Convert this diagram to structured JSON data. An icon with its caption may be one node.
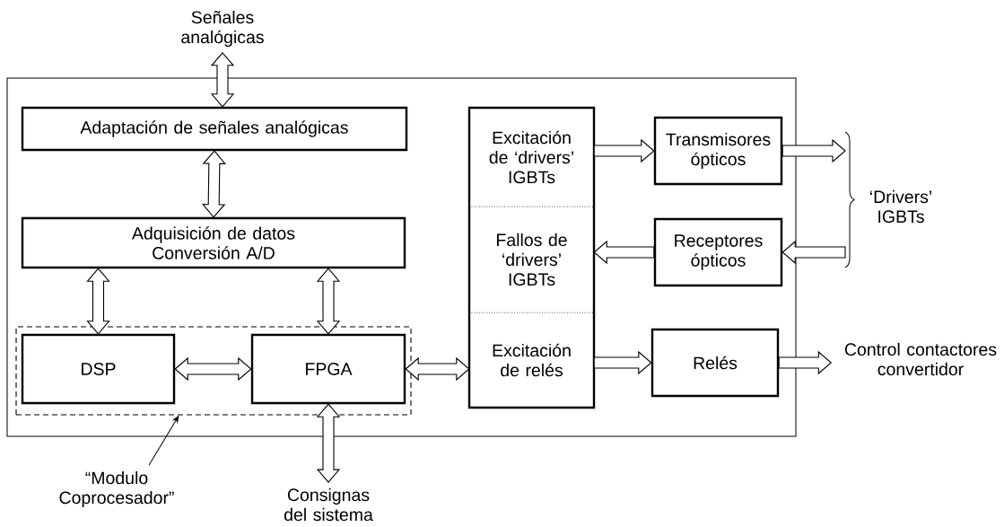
{
  "diagram": {
    "nodes": [
      {
        "text": [],
        "shape": "box"
      },
      {
        "text": [
          "Señales analógicas"
        ]
      },
      {
        "text": [
          "Adaptación de señales analógicas"
        ],
        "in": 0
      },
      {
        "text": [
          "Adquisición de datos Conversión A/D"
        ],
        "in": 0
      },
      {
        "text": [],
        "shape": "box",
        "in": 0
      },
      {
        "text": [
          "DSP"
        ],
        "in": 4
      },
      {
        "text": [
          "FPGA"
        ],
        "in": 4
      },
      {
        "text": [],
        "shape": "box",
        "in": 0
      },
      {
        "text": [
          "Excitación de ‘drivers’ IGBTs"
        ],
        "in": 7
      },
      {
        "text": [
          "Fallos de ‘drivers’ IGBTs"
        ],
        "in": 7
      },
      {
        "text": [
          "Excitación de relés"
        ],
        "in": 7
      },
      {
        "text": [
          "Transmisores ópticos"
        ],
        "in": 0
      },
      {
        "text": [
          "Receptores ópticos"
        ],
        "in": 0
      },
      {
        "text": [
          "Relés"
        ],
        "in": 0
      },
      {
        "text": [
          "‘Drivers’ IGBTs"
        ]
      },
      {
        "text": [
          "Control contactores convertidor"
        ]
      },
      {
        "text": [
          "Consignas del sistema"
        ]
      },
      {
        "text": [
          "“Modulo Coprocesador”"
        ]
      }
    ],
    "edges": [
      {
        "from": 1,
        "to": 2,
        "arrow": "both"
      },
      {
        "from": 2,
        "to": 3,
        "arrow": "both"
      },
      {
        "from": 3,
        "to": 5,
        "arrow": "both"
      },
      {
        "from": 3,
        "to": 6,
        "arrow": "both"
      },
      {
        "from": 5,
        "to": 6,
        "arrow": "both"
      },
      {
        "from": 6,
        "to": 10,
        "arrow": "both"
      },
      {
        "from": 16,
        "to": 6,
        "arrow": "both"
      },
      {
        "from": 8,
        "to": 11,
        "arrow": "to"
      },
      {
        "from": 11,
        "to": 14,
        "arrow": "to"
      },
      {
        "from": 14,
        "to": 12,
        "arrow": "to"
      },
      {
        "from": 12,
        "to": 9,
        "arrow": "to"
      },
      {
        "from": 10,
        "to": 13,
        "arrow": "to"
      },
      {
        "from": 13,
        "to": 15,
        "arrow": "to"
      },
      {
        "from": 17,
        "to": 4,
        "arrow": "to"
      }
    ]
  }
}
